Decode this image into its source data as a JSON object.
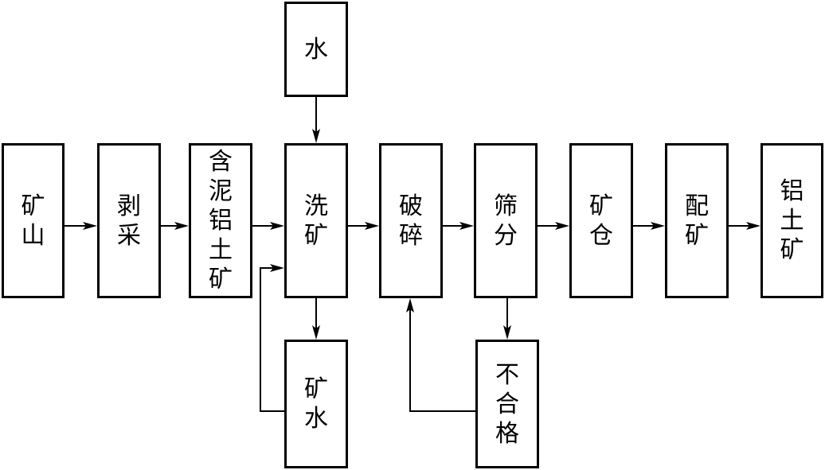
{
  "diagram": {
    "nodes": [
      {
        "id": "kuangshan",
        "label": "矿\n山"
      },
      {
        "id": "boca",
        "label": "剥\n采"
      },
      {
        "id": "hanni",
        "label": "含\n泥\n铝\n土\n矿"
      },
      {
        "id": "shui",
        "label": "水"
      },
      {
        "id": "xikuang",
        "label": "洗\n矿"
      },
      {
        "id": "kuangshui",
        "label": "矿\n水"
      },
      {
        "id": "posui",
        "label": "破\n碎"
      },
      {
        "id": "shaifen",
        "label": "筛\n分"
      },
      {
        "id": "buhege",
        "label": "不\n合\n格"
      },
      {
        "id": "kuangcang",
        "label": "矿\n仓"
      },
      {
        "id": "peikuang",
        "label": "配\n矿"
      },
      {
        "id": "lvtukuang",
        "label": "铝\n土\n矿"
      }
    ],
    "edges": [
      {
        "from": "kuangshan",
        "to": "boca"
      },
      {
        "from": "boca",
        "to": "hanni"
      },
      {
        "from": "hanni",
        "to": "xikuang"
      },
      {
        "from": "shui",
        "to": "xikuang"
      },
      {
        "from": "xikuang",
        "to": "kuangshui"
      },
      {
        "from": "kuangshui",
        "to": "xikuang",
        "type": "recycle"
      },
      {
        "from": "xikuang",
        "to": "posui"
      },
      {
        "from": "posui",
        "to": "shaifen"
      },
      {
        "from": "shaifen",
        "to": "buhege"
      },
      {
        "from": "buhege",
        "to": "posui",
        "type": "recycle"
      },
      {
        "from": "shaifen",
        "to": "kuangcang"
      },
      {
        "from": "kuangcang",
        "to": "peikuang"
      },
      {
        "from": "peikuang",
        "to": "lvtukuang"
      }
    ]
  }
}
